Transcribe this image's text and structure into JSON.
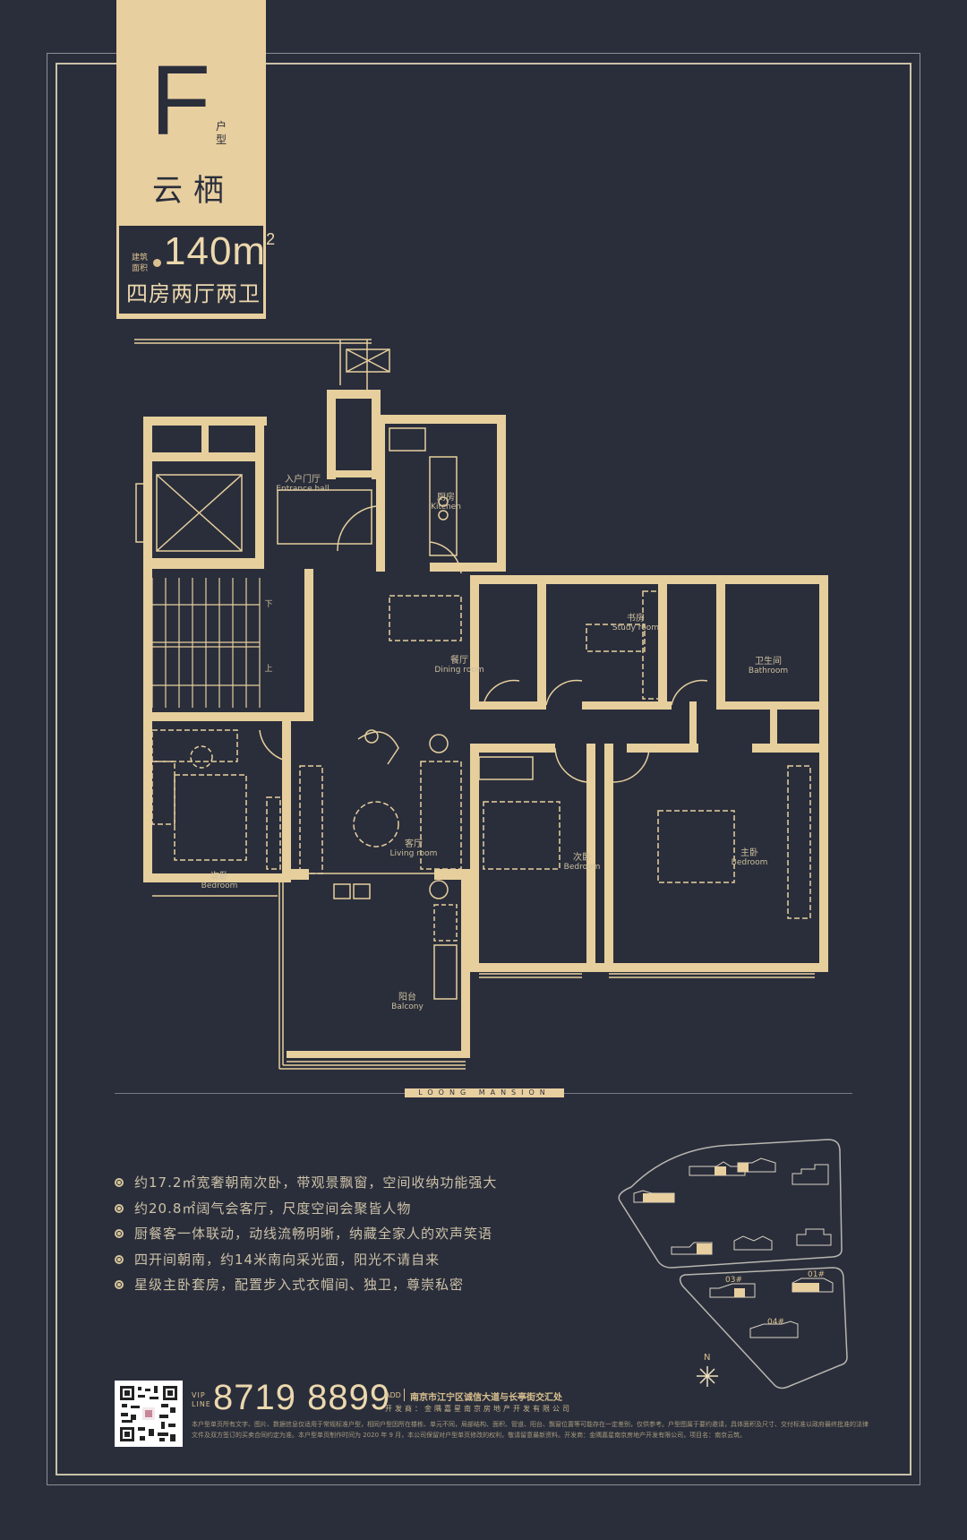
{
  "header": {
    "unit_letter": "F",
    "unit_type_label": "户型",
    "unit_name": "云栖",
    "area_label": "建筑面积",
    "area_value": "140m",
    "area_unit_sup": "2",
    "room_config": "四房两厅两卫"
  },
  "floorplan": {
    "rooms": [
      {
        "zh": "入户门厅",
        "en": "Entrance hall"
      },
      {
        "zh": "厨房",
        "en": "Kitchen"
      },
      {
        "zh": "餐厅",
        "en": "Dining room"
      },
      {
        "zh": "书房",
        "en": "Study room"
      },
      {
        "zh": "卫生间",
        "en": "Bathroom"
      },
      {
        "zh": "客厅",
        "en": "Living room"
      },
      {
        "zh": "次卧",
        "en": "Bedroom"
      },
      {
        "zh": "次卧",
        "en": "Bedroom"
      },
      {
        "zh": "主卧",
        "en": "Bedroom"
      },
      {
        "zh": "阳台",
        "en": "Balcony"
      }
    ],
    "stair_down": "下",
    "stair_up": "上"
  },
  "brand": "LOONG MANSION",
  "features": [
    "约17.2㎡宽奢朝南次卧，带观景飘窗，空间收纳功能强大",
    "约20.8㎡阔气会客厅，尺度空间会聚皆人物",
    "厨餐客一体联动，动线流畅明晰，纳藏全家人的欢声笑语",
    "四开间朝南，约14米南向采光面，阳光不请自来",
    "星级主卧套房，配置步入式衣帽间、独卫，尊崇私密"
  ],
  "siteplan": {
    "buildings": [
      "03#",
      "01#",
      "04#"
    ],
    "north": "N"
  },
  "footer": {
    "vip_label_1": "VIP",
    "vip_label_2": "LINE",
    "phone": "8719 8899",
    "add_label": "ADD",
    "address": "南京市江宁区诚信大道与长亭街交汇处",
    "developer": "开发商：金隅嘉星南京房地产开发有限公司",
    "disclaimer_1": "本户型单页所有文字、图片、数据信息仅适用于常规标准户型，相同户型因所在楼栋、单元不同，局部结构、面积、管道、阳台、飘窗位置等可能存在一定差别，仅供参考。户型图属于要约邀请，具体面积及尺寸、交付标准以政府最终批准的法律",
    "disclaimer_2": "文件及双方签订的买卖合同约定为准。本户型单页制作时间为 2020 年 9 月，本公司保留对户型单页修改的权利，敬请留意最新资料。开发商：金隅嘉星南京房地产开发有限公司，项目名：南京云筑。"
  },
  "colors": {
    "background": "#2a2e3b",
    "gold": "#e8cf9f",
    "text_muted": "#ccc1a7"
  }
}
